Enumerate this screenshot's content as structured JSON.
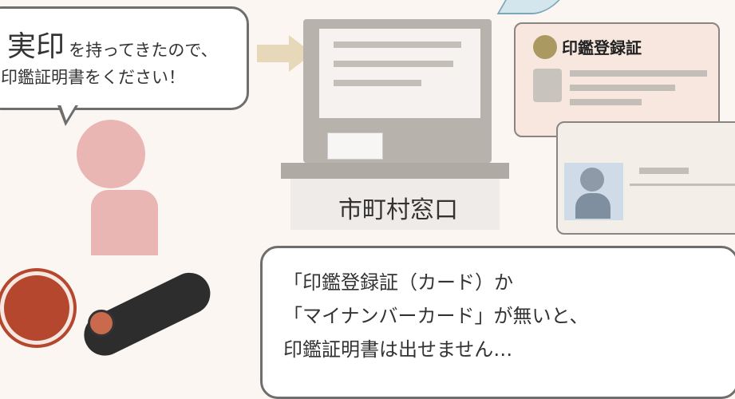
{
  "speech_customer": {
    "emphasis": "実印",
    "line1_rest": "を持ってきたので、",
    "line2": "印鑑証明書をください！"
  },
  "counter_label": "市町村窓口",
  "card_title": "印鑑登録証",
  "speech_clerk": {
    "lines": [
      "「印鑑登録証（カード）か",
      "「マイナンバーカード」が無いと、",
      "印鑑証明書は出せません…"
    ]
  },
  "colors": {
    "person": "#e9b6b4",
    "seal": "#b5472f",
    "arrow": "#e6d8b8"
  }
}
